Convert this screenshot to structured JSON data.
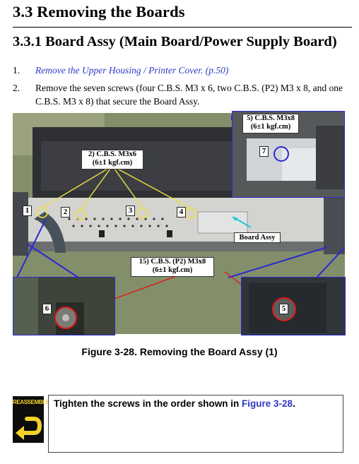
{
  "section": {
    "heading": "3.3 Removing the Boards"
  },
  "subsection": {
    "heading": "3.3.1 Board Assy (Main Board/Power Supply Board)"
  },
  "steps": [
    {
      "number": "1.",
      "text": "Remove the Upper Housing / Printer Cover. (p.50)"
    },
    {
      "number": "2.",
      "text": "Remove the seven screws (four C.B.S. M3 x 6, two C.B.S. (P2) M3 x 8, and one C.B.S. M3 x 8) that secure the Board Assy."
    }
  ],
  "figure": {
    "caption": "Figure 3-28. Removing the Board Assy (1)",
    "callouts": {
      "screw_m3x6": {
        "line1": "2) C.B.S. M3x6",
        "line2": "(6±1 kgf.cm)"
      },
      "screw_m3x8": {
        "line1": "5) C.B.S. M3x8",
        "line2": "(6±1 kgf.cm)"
      },
      "screw_p2_m3x8": {
        "line1": "15) C.B.S. (P2) M3x8",
        "line2": "(6±1 kgf.cm)"
      },
      "board_assy": "Board Assy"
    },
    "screw_numbers": [
      "1",
      "2",
      "3",
      "4",
      "5",
      "6",
      "7"
    ],
    "colors": {
      "yellow_marker": "#f0e040",
      "red_marker": "#e01818",
      "blue_marker": "#2a2ad0",
      "cyan_arrow": "#20c8d8"
    }
  },
  "reassembly": {
    "icon_label": "REASSEMBLY",
    "note_prefix": "Tighten the screws in the order shown in ",
    "note_ref": "Figure 3-28",
    "note_suffix": "."
  }
}
